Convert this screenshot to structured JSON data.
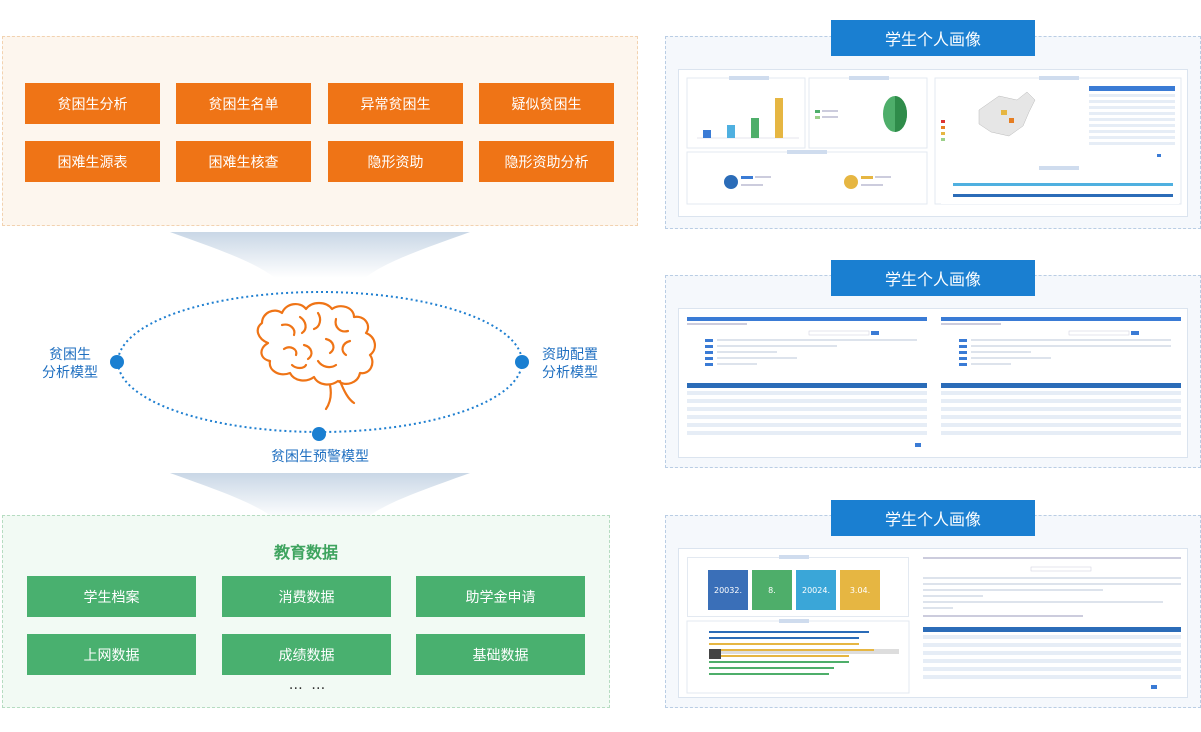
{
  "top_panel": {
    "buttons": [
      "贫困生分析",
      "贫困生名单",
      "异常贫困生",
      "疑似贫困生",
      "困难生源表",
      "困难生核查",
      "隐形资助",
      "隐形资助分析"
    ]
  },
  "model": {
    "left_label": [
      "贫困生",
      "分析模型"
    ],
    "right_label": [
      "资助配置",
      "分析模型"
    ],
    "bottom_label": "贫困生预警模型"
  },
  "bottom_panel": {
    "title": "教育数据",
    "buttons": [
      "学生档案",
      "消费数据",
      "助学金申请",
      "上网数据",
      "成绩数据",
      "基础数据"
    ],
    "ellipsis": "… …"
  },
  "screenshots": [
    {
      "title": "学生个人画像"
    },
    {
      "title": "学生个人画像"
    },
    {
      "title": "学生个人画像",
      "kpi_cards": [
        {
          "value": "20032.",
          "color": "#3a6fb8"
        },
        {
          "value": "8.",
          "color": "#4eae6a"
        },
        {
          "value": "20024.",
          "color": "#3aa6d8"
        },
        {
          "value": "3.04.",
          "color": "#e6b642"
        }
      ]
    }
  ],
  "colors": {
    "orange": "#ef7416",
    "green": "#49b06f",
    "blue_title": "#1a7fd1",
    "model_blue": "#1f6fc0"
  }
}
